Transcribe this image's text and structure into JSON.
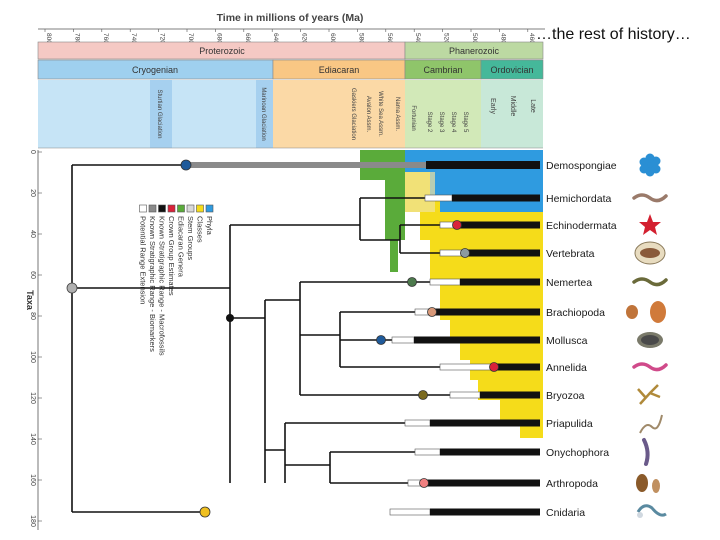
{
  "caption": "…the rest of history…",
  "figure": {
    "time_axis_title": "Time in millions of years (Ma)",
    "time_ticks": [
      "800",
      "780",
      "760",
      "740",
      "720",
      "700",
      "680",
      "660",
      "640",
      "620",
      "600",
      "580",
      "560",
      "540",
      "520",
      "500",
      "480",
      "460"
    ],
    "eons": [
      "Proterozoic",
      "Phanerozoic"
    ],
    "periods": [
      "Cryogenian",
      "Ediacaran",
      "Cambrian",
      "Ordovician"
    ],
    "events": [
      "Sturtian Glaciation",
      "Marinoan Glaciation",
      "Gaskiers Glaciation",
      "Avalon Assm.",
      "White Sea Assm.",
      "Nama Assm.",
      "Fortunian",
      "Stage 2",
      "Stage 3",
      "Stage 4",
      "Stage 5",
      "Early",
      "Middle",
      "Late"
    ],
    "taxa_axis_title": "Taxa",
    "taxa_ticks": [
      "0",
      "20",
      "40",
      "60",
      "80",
      "100",
      "120",
      "140",
      "160",
      "180"
    ],
    "legend": [
      {
        "label": "Phyla",
        "color": "#2f9be0"
      },
      {
        "label": "Classes",
        "color": "#f5dc1a"
      },
      {
        "label": "Stem Groups",
        "color": "#d8d8d8"
      },
      {
        "label": "Ediacaran Genera",
        "color": "#5aab3a"
      },
      {
        "label": "Crown Group Estimates",
        "color": "#d9223a"
      },
      {
        "label": "Known Stratigraphic Range - Macrofossils",
        "color": "#111111"
      },
      {
        "label": "Known Stratigraphic Range - Biomarkers",
        "color": "#8a8a8a"
      },
      {
        "label": "Potential Range Extension",
        "color": "#ffffff"
      }
    ],
    "taxa": [
      {
        "name": "Demospongiae",
        "icon": "sponge-icon",
        "color": "#2a8fd4"
      },
      {
        "name": "Hemichordata",
        "icon": "acorn-worm-icon",
        "color": "#9a7a6a"
      },
      {
        "name": "Echinodermata",
        "icon": "starfish-icon",
        "color": "#d32030"
      },
      {
        "name": "Vertebrata",
        "icon": "fish-fossil-icon",
        "color": "#8a5a3a"
      },
      {
        "name": "Nemertea",
        "icon": "ribbon-worm-icon",
        "color": "#6a6a3a"
      },
      {
        "name": "Brachiopoda",
        "icon": "brachiopod-icon",
        "color": "#c0743a"
      },
      {
        "name": "Mollusca",
        "icon": "chiton-icon",
        "color": "#4a4a4a"
      },
      {
        "name": "Annelida",
        "icon": "annelid-icon",
        "color": "#d04a8a"
      },
      {
        "name": "Bryozoa",
        "icon": "bryozoan-icon",
        "color": "#b08a3a"
      },
      {
        "name": "Priapulida",
        "icon": "priapulid-icon",
        "color": "#a08a6a"
      },
      {
        "name": "Onychophora",
        "icon": "velvet-worm-icon",
        "color": "#6a5a8a"
      },
      {
        "name": "Arthropoda",
        "icon": "trilobite-icon",
        "color": "#8a5a2a"
      },
      {
        "name": "Cnidaria",
        "icon": "jellyfish-icon",
        "color": "#5a8aa0"
      }
    ]
  }
}
